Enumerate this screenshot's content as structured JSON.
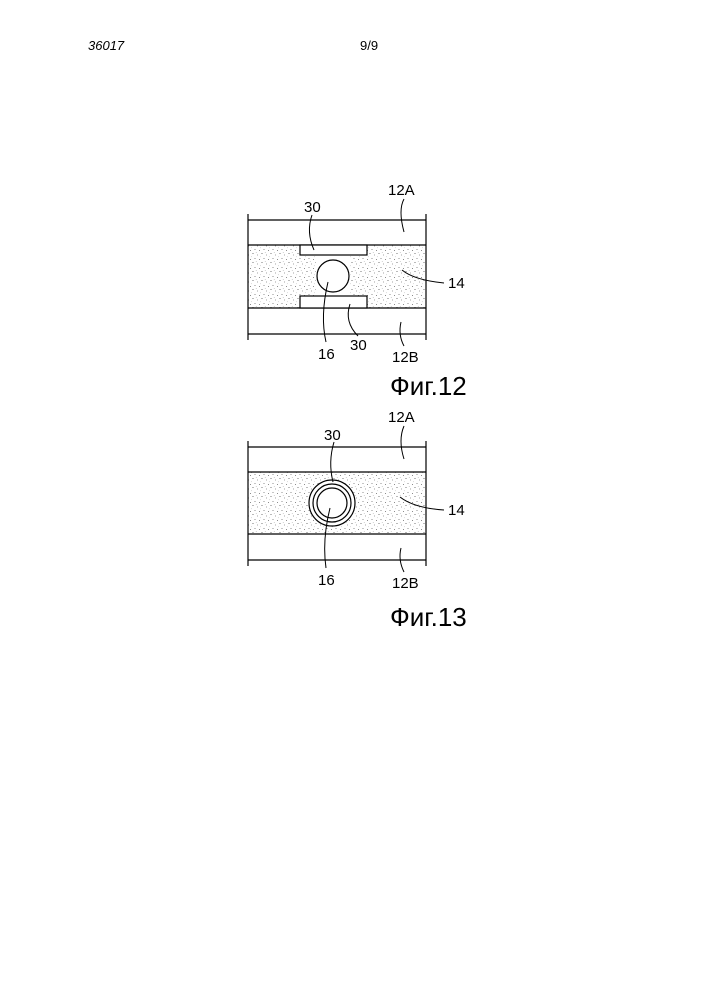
{
  "header": {
    "doc_number": "36017",
    "page_number": "9/9"
  },
  "fig12": {
    "caption": "Фиг.12",
    "labels": {
      "top_layer": "12A",
      "bottom_layer": "12B",
      "middle_layer": "14",
      "particle": "16",
      "pad_top": "30",
      "pad_bottom": "30"
    }
  },
  "fig13": {
    "caption": "Фиг.13",
    "labels": {
      "top_layer": "12A",
      "bottom_layer": "12B",
      "middle_layer": "14",
      "particle": "16",
      "ring": "30"
    }
  }
}
